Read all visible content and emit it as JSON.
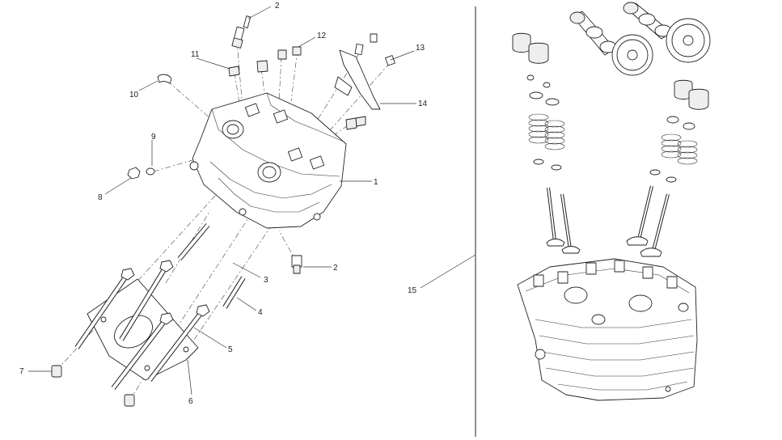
{
  "callouts": [
    {
      "id": "c1",
      "text": "1"
    },
    {
      "id": "c2a",
      "text": "2"
    },
    {
      "id": "c2b",
      "text": "2"
    },
    {
      "id": "c3",
      "text": "3"
    },
    {
      "id": "c4",
      "text": "4"
    },
    {
      "id": "c5",
      "text": "5"
    },
    {
      "id": "c6",
      "text": "6"
    },
    {
      "id": "c7",
      "text": "7"
    },
    {
      "id": "c8",
      "text": "8"
    },
    {
      "id": "c9",
      "text": "9"
    },
    {
      "id": "c10",
      "text": "10"
    },
    {
      "id": "c11",
      "text": "11"
    },
    {
      "id": "c12",
      "text": "12"
    },
    {
      "id": "c13",
      "text": "13"
    },
    {
      "id": "c14",
      "text": "14"
    },
    {
      "id": "c15",
      "text": "15"
    }
  ]
}
